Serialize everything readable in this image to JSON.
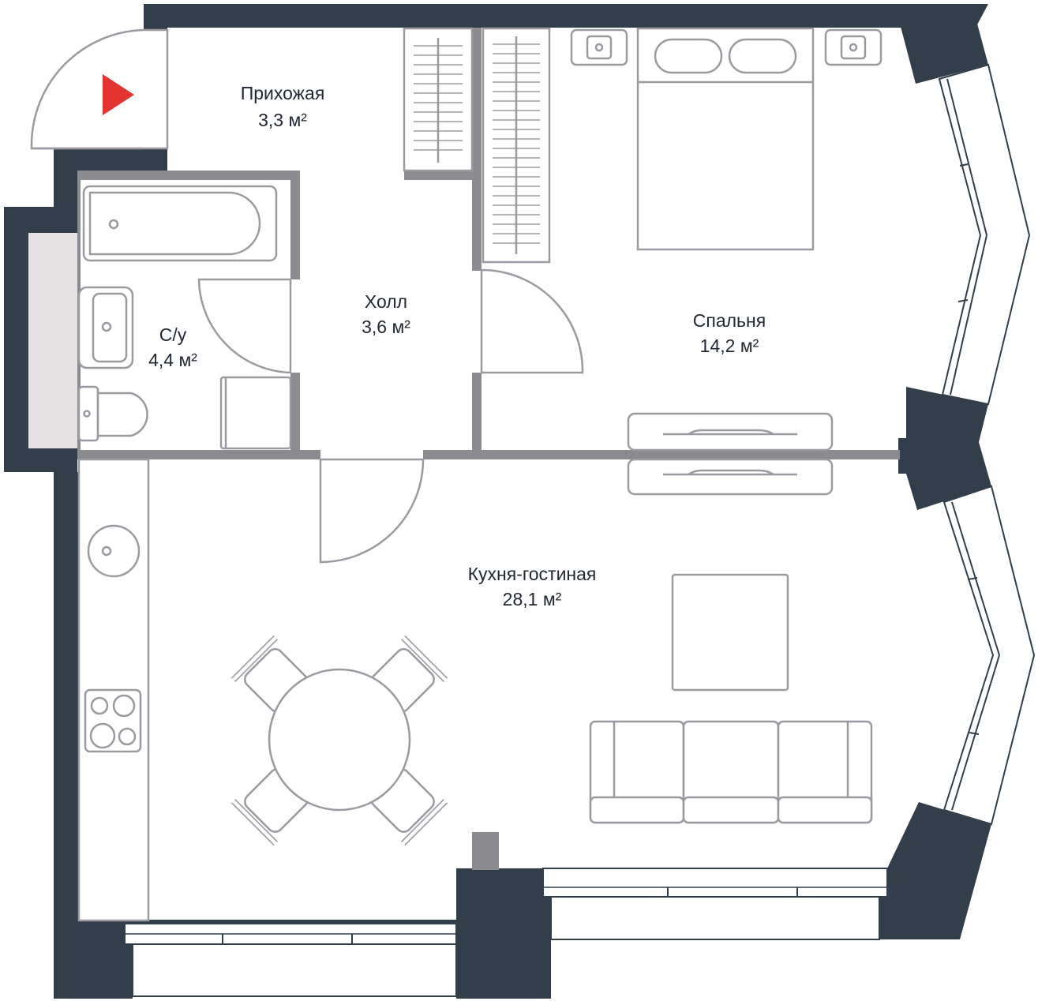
{
  "plan": {
    "rooms": [
      {
        "id": "hallway",
        "name": "Прихожая",
        "area": "3,3 м²"
      },
      {
        "id": "bathroom",
        "name": "С/у",
        "area": "4,4 м²"
      },
      {
        "id": "hall",
        "name": "Холл",
        "area": "3,6 м²"
      },
      {
        "id": "bedroom",
        "name": "Спальня",
        "area": "14,2 м²"
      },
      {
        "id": "kitchen-living",
        "name": "Кухня-гостиная",
        "area": "28,1 м²"
      }
    ],
    "colors": {
      "exterior_wall": "#323e4a",
      "interior_wall": "#8b8b90",
      "furniture_stroke": "#9a9aa0",
      "entrance_marker": "#e3342f",
      "text": "#222831",
      "balcony_fill": "#e6e1e3"
    },
    "icons": {
      "entrance": "entrance-arrow-icon"
    }
  }
}
